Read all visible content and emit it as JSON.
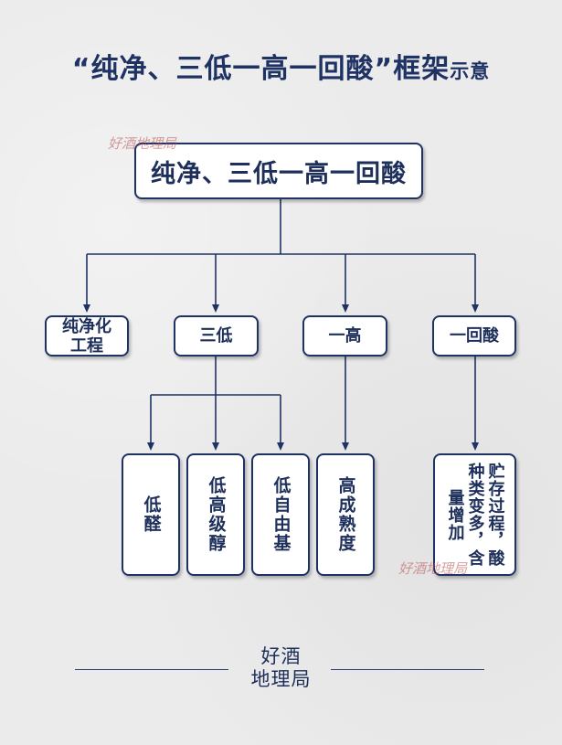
{
  "title": {
    "main": "“纯净、三低一高一回酸”框架",
    "suffix": "示意"
  },
  "root": "纯净、三低一高一回酸",
  "level1": [
    {
      "lines": [
        "纯净化",
        "工程"
      ]
    },
    {
      "lines": [
        "三低"
      ]
    },
    {
      "lines": [
        "一高"
      ]
    },
    {
      "lines": [
        "一回酸"
      ]
    }
  ],
  "level2": [
    {
      "text": "低醛"
    },
    {
      "text": "低高级醇"
    },
    {
      "text": "低自由基"
    },
    {
      "text": "高成熟度"
    },
    {
      "text": "贮存过程，酸种类变多，含量增加"
    }
  ],
  "watermark": "好酒地理局",
  "footer": {
    "line1": "好酒",
    "line2": "地理局"
  },
  "colors": {
    "navy": "#1f3264",
    "background": "#ebebeb",
    "watermark": "#b85050"
  }
}
